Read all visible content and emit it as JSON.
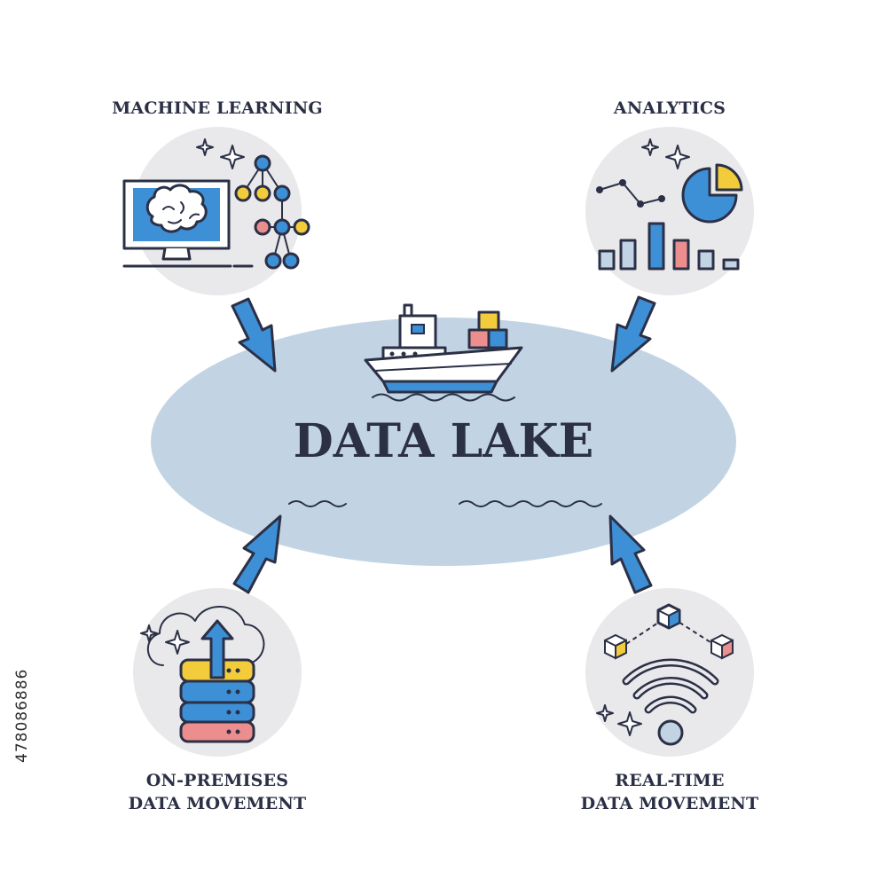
{
  "title": "DATA LAKE",
  "nodes": {
    "machine_learning": {
      "label": "MACHINE LEARNING"
    },
    "analytics": {
      "label": "ANALYTICS"
    },
    "on_premises": {
      "label_line1": "ON-PREMISES",
      "label_line2": "DATA MOVEMENT"
    },
    "real_time": {
      "label_line1": "REAL-TIME",
      "label_line2": "DATA MOVEMENT"
    }
  },
  "stock_id": "478086886",
  "colors": {
    "lake": "#c2d4e3",
    "circle": "#e9e9eb",
    "accent_blue": "#3d8fd6",
    "yellow": "#f2cc3a",
    "pink": "#ec8e8e",
    "outline": "#2b3046"
  },
  "icons": {
    "machine_learning": [
      "monitor-icon",
      "brain-icon",
      "node-tree-icon",
      "sparkle-icon"
    ],
    "analytics": [
      "line-chart-icon",
      "pie-chart-icon",
      "bar-chart-icon",
      "sparkle-icon"
    ],
    "on_premises": [
      "cloud-icon",
      "database-icon",
      "upload-arrow-icon",
      "sparkle-icon"
    ],
    "real_time": [
      "cube-network-icon",
      "wifi-icon",
      "sparkle-icon"
    ],
    "lake": [
      "ship-icon",
      "wave-icon"
    ]
  }
}
